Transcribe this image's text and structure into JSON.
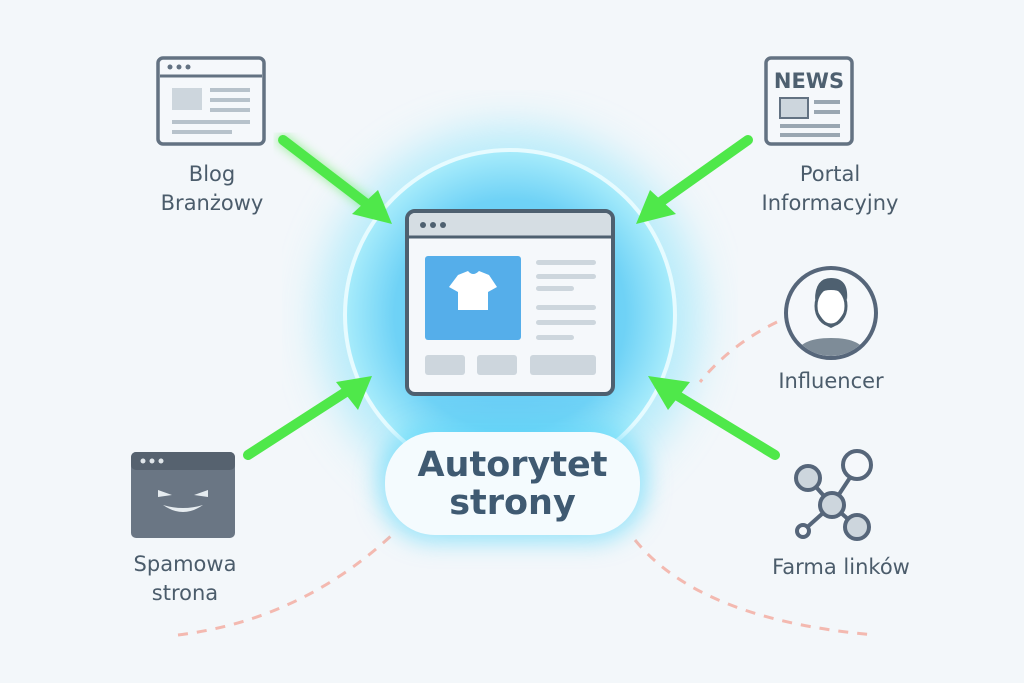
{
  "center": {
    "title_line1": "Autorytet",
    "title_line2": "strony"
  },
  "sources": [
    {
      "id": "blog",
      "line1": "Blog",
      "line2": "Branżowy",
      "link_quality": "good",
      "icon": "browser-article-icon"
    },
    {
      "id": "news",
      "line1": "Portal",
      "line2": "Informacyjny",
      "link_quality": "good",
      "icon": "newspaper-icon",
      "icon_text": "NEWS"
    },
    {
      "id": "influencer",
      "line1": "Influencer",
      "link_quality": "weak",
      "icon": "person-avatar-icon"
    },
    {
      "id": "spam",
      "line1": "Spamowa",
      "line2": "strona",
      "link_quality": "good",
      "icon": "evil-browser-icon"
    },
    {
      "id": "farm",
      "line1": "Farma linków",
      "link_quality": "good",
      "icon": "network-nodes-icon"
    }
  ],
  "colors": {
    "good_arrow": "#4fe84a",
    "bad_link": "#f2b3ab",
    "glow": "#5cc8f5",
    "text": "#4b5c6b"
  }
}
